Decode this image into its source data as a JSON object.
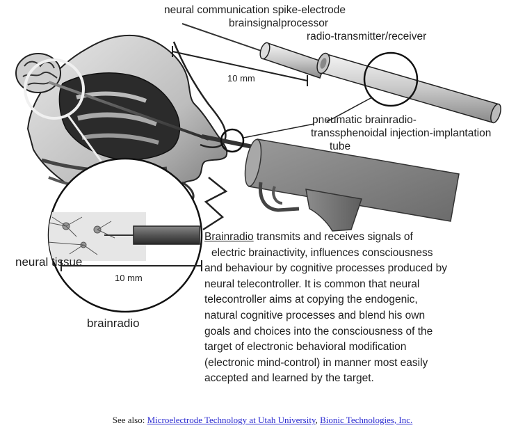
{
  "labels": {
    "spike_electrode": "neural communication spike-electrode",
    "signal_processor": "brainsignalprocessor",
    "transmitter": "radio-transmitter/receiver",
    "scale_top": "10 mm",
    "tube_line1": "pneumatic brainradio-",
    "tube_line2": "transsphenoidal injection-implantation",
    "tube_line3": "tube",
    "neural_tissue": "neural tissue",
    "scale_inset": "10 mm",
    "brainradio": "brainradio"
  },
  "description": {
    "term": "Brainradio",
    "lines": [
      " transmits  and receives signals of",
      "electric brainactivity, influences consciousness",
      "and behaviour by cognitive processes produced by",
      "neural telecontroller. It is common that neural",
      "telecontroller aims at copying the endogenic,",
      "natural cognitive processes and blend his own",
      "goals and choices into the consciousness of the",
      "target of electronic behavioral modification",
      "(electronic mind-control) in manner most easily",
      "accepted and learned by the target."
    ]
  },
  "footer": {
    "prefix": "See also: ",
    "link1": "Microelectrode Technology at Utah University",
    "separator": ", ",
    "link2": "Bionic Technologies, Inc."
  }
}
